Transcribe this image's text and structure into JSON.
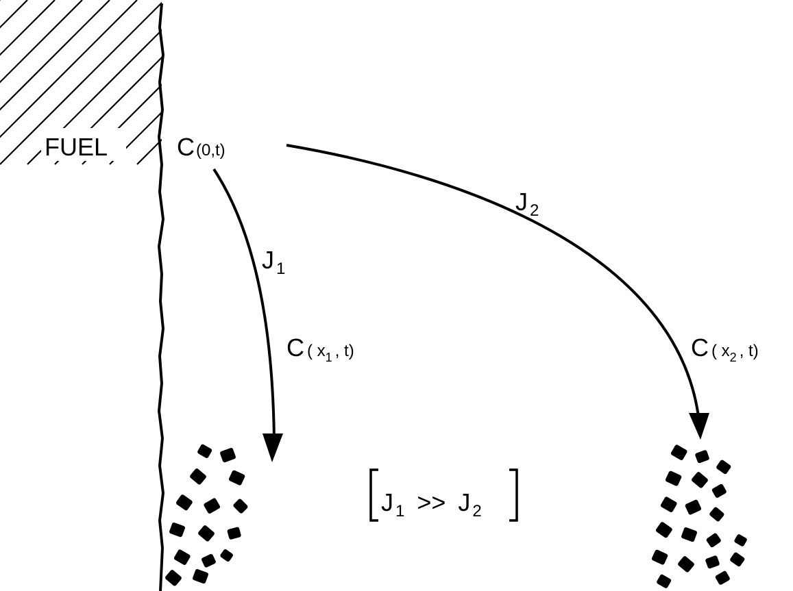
{
  "region_label": "FUEL",
  "source_concentration": {
    "base": "C",
    "args": "(0,t)"
  },
  "flux_1": {
    "base": "J",
    "sub": "1"
  },
  "flux_2": {
    "base": "J",
    "sub": "2"
  },
  "concentration_1": {
    "base": "C",
    "open": "( x",
    "sub": "1",
    "close": ", t)"
  },
  "concentration_2": {
    "base": "C",
    "open": "( x",
    "sub": "2",
    "close": ", t)"
  },
  "relation": {
    "left_base": "J",
    "left_sub": "1",
    "operator": ">>",
    "right_base": "J",
    "right_sub": "2"
  },
  "colors": {
    "ink": "#000000",
    "background": "#ffffff"
  }
}
